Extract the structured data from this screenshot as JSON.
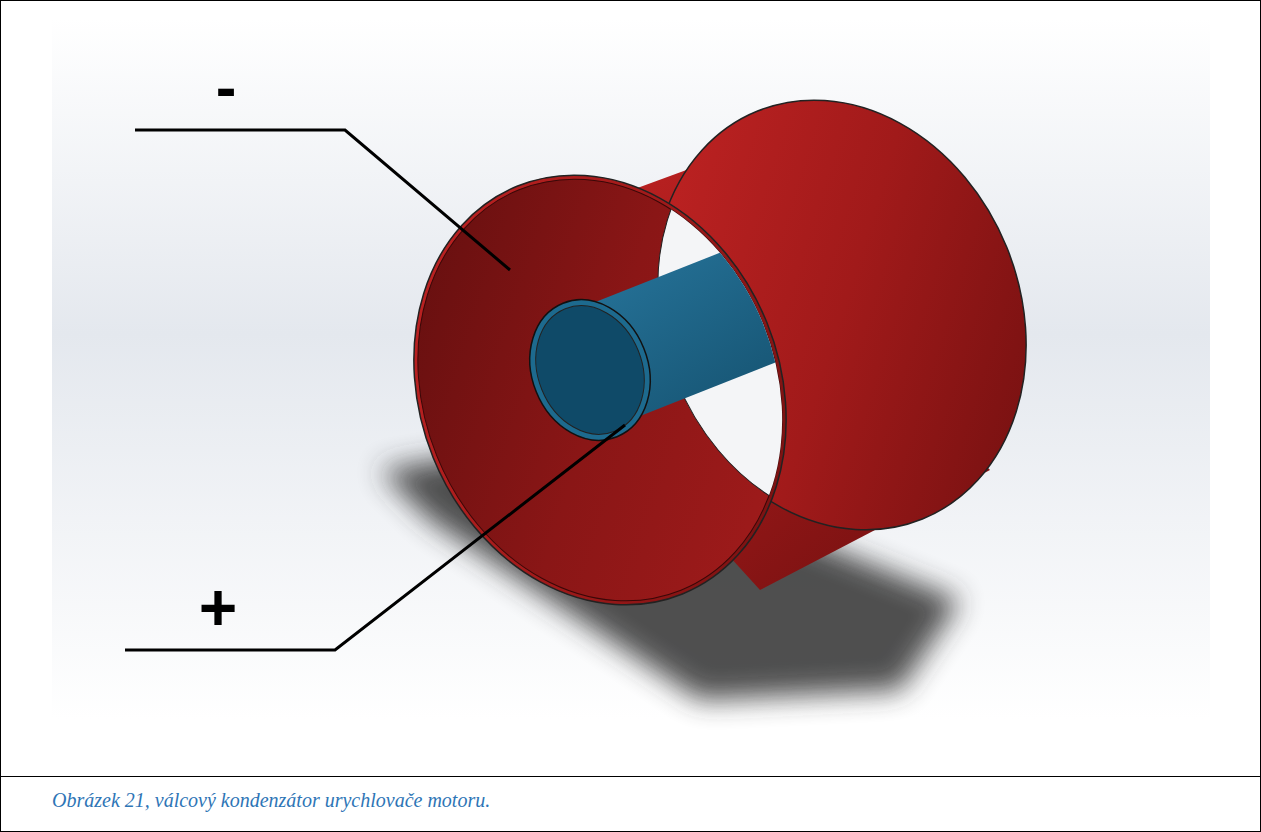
{
  "diagram": {
    "caption": "Obrázek 21, válcový kondenzátor urychlovače motoru.",
    "labels": [
      "-",
      "+"
    ]
  }
}
